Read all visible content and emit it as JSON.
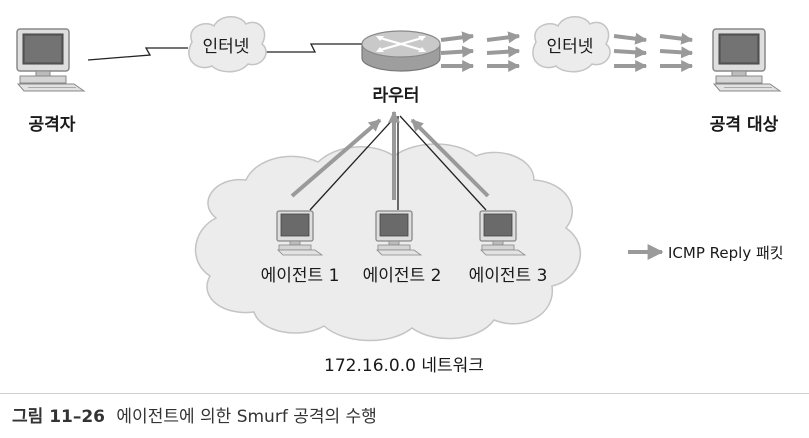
{
  "nodes": {
    "attacker": "공격자",
    "router": "라우터",
    "target": "공격 대상",
    "internet_left": "인터넷",
    "internet_right": "인터넷",
    "agent1": "에이전트 1",
    "agent2": "에이전트 2",
    "agent3": "에이전트 3",
    "network": "172.16.0.0 네트워크"
  },
  "legend": {
    "label": "ICMP Reply 패킷"
  },
  "caption": {
    "number": "그림 11–26",
    "text": "에이전트에 의한 Smurf 공격의 수행"
  },
  "colors": {
    "arrow": "#9a9a9a",
    "cloud_fill": "#ececec",
    "cloud_stroke": "#c4c4c4",
    "monitor": "#d9d9d9",
    "router": "#b9b9b9"
  }
}
